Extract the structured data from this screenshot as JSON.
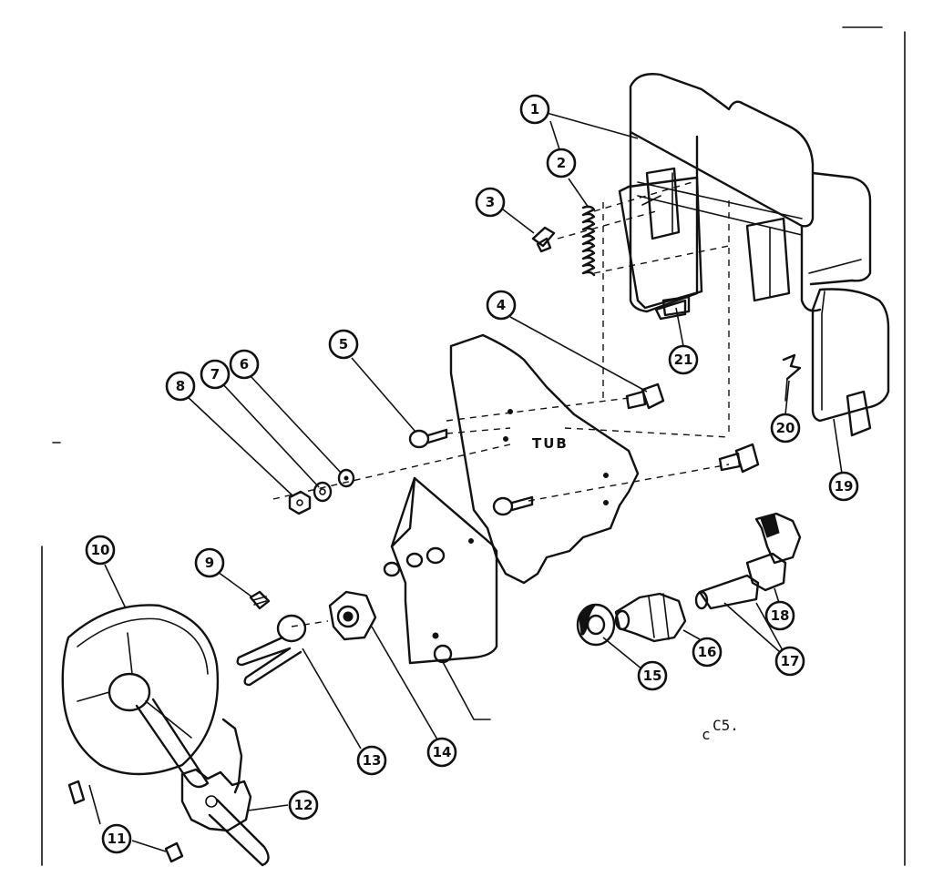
{
  "diagram": {
    "panel_label": "TUB",
    "page_code": "C5.",
    "code_mark": "c",
    "callouts": [
      "1",
      "2",
      "3",
      "4",
      "5",
      "6",
      "7",
      "8",
      "9",
      "10",
      "11",
      "12",
      "13",
      "14",
      "15",
      "16",
      "17",
      "18",
      "19",
      "20",
      "21"
    ],
    "callout_8_alt": "8",
    "callout_11_alt": "11",
    "callout_16": "16",
    "callout_18": "18"
  }
}
